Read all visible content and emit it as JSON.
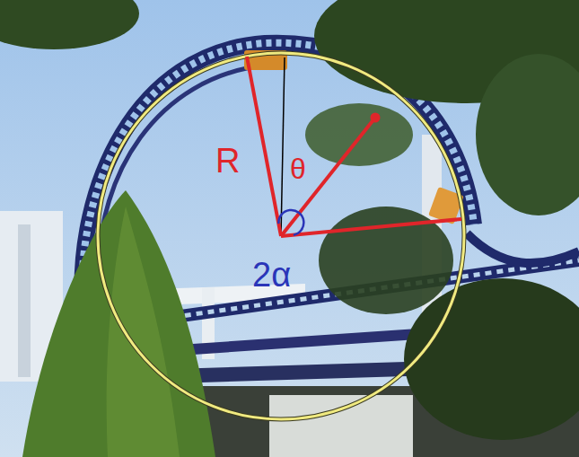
{
  "diagram": {
    "labels": [
      "R",
      "θ",
      "2α"
    ]
  }
}
